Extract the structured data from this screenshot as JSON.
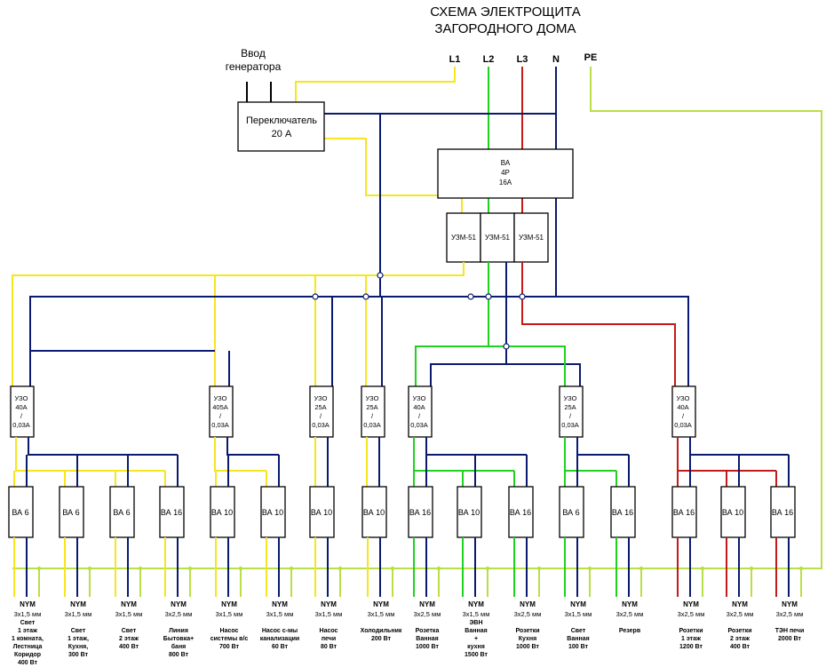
{
  "title": {
    "line1": "СХЕМА ЭЛЕКТРОЩИТА",
    "line2": "ЗАГОРОДНОГО ДОМА"
  },
  "gen_input": {
    "line1": "Ввод",
    "line2": "генератора"
  },
  "phases": {
    "l1": "L1",
    "l2": "L2",
    "l3": "L3",
    "n": "N",
    "pe": "PE"
  },
  "switch": {
    "line1": "Переключатель",
    "line2": "20 А"
  },
  "main_breaker": {
    "line1": "ВА",
    "line2": "4Р",
    "line3": "16А"
  },
  "uzm": [
    "УЗМ-51",
    "УЗМ-51",
    "УЗМ-51"
  ],
  "rcds": [
    {
      "l1": "УЗО",
      "l2": "40А",
      "l3": "/",
      "l4": "0,03А"
    },
    {
      "l1": "УЗО",
      "l2": "405А",
      "l3": "/",
      "l4": "0,03А"
    },
    {
      "l1": "УЗО",
      "l2": "25А",
      "l3": "/",
      "l4": "0,03А"
    },
    {
      "l1": "УЗО",
      "l2": "25А",
      "l3": "/",
      "l4": "0,03А"
    },
    {
      "l1": "УЗО",
      "l2": "40А",
      "l3": "/",
      "l4": "0,03А"
    },
    {
      "l1": "УЗО",
      "l2": "25А",
      "l3": "/",
      "l4": "0,03А"
    },
    {
      "l1": "УЗО",
      "l2": "40А",
      "l3": "/",
      "l4": "0,03А"
    }
  ],
  "circuits": [
    {
      "breaker": "ВА 6",
      "cable": "NYM",
      "section": "3х1,5 мм",
      "desc": [
        "Свет",
        "1 этаж",
        "1 комната,",
        "Лестница",
        "Коридор",
        "400 Вт"
      ]
    },
    {
      "breaker": "ВА 6",
      "cable": "NYM",
      "section": "3х1,5 мм",
      "desc": [
        "Свет",
        "1 этаж,",
        "Кухня,",
        "300 Вт"
      ]
    },
    {
      "breaker": "ВА 6",
      "cable": "NYM",
      "section": "3х1,5 мм",
      "desc": [
        "Свет",
        "2 этаж",
        "400 Вт"
      ]
    },
    {
      "breaker": "ВА 16",
      "cable": "NYM",
      "section": "3х2,5 мм",
      "desc": [
        "Линия",
        "Бытовка+",
        "баня",
        "800 Вт"
      ]
    },
    {
      "breaker": "ВА 10",
      "cable": "NYM",
      "section": "3х1,5 мм",
      "desc": [
        "Насос",
        "системы в/с",
        "700 Вт"
      ]
    },
    {
      "breaker": "ВА 10",
      "cable": "NYM",
      "section": "3х1,5 мм",
      "desc": [
        "Насос с-мы",
        "канализации",
        "60 Вт"
      ]
    },
    {
      "breaker": "ВА 10",
      "cable": "NYM",
      "section": "3х1,5 мм",
      "desc": [
        "Насос",
        "печи",
        "80 Вт"
      ]
    },
    {
      "breaker": "ВА 10",
      "cable": "NYM",
      "section": "3х1,5 мм",
      "desc": [
        "Холодильник",
        "200 Вт"
      ]
    },
    {
      "breaker": "ВА 16",
      "cable": "NYM",
      "section": "3х2,5 мм",
      "desc": [
        "Розетка",
        "Ванная",
        "1000 Вт"
      ]
    },
    {
      "breaker": "ВА 10",
      "cable": "NYM",
      "section": "3х1,5 мм",
      "desc": [
        "ЭВН",
        "Ванная",
        "+",
        "кухня",
        "1500 Вт"
      ]
    },
    {
      "breaker": "ВА 16",
      "cable": "NYM",
      "section": "3х2,5 мм",
      "desc": [
        "Розетки",
        "Кухня",
        "1000 Вт"
      ]
    },
    {
      "breaker": "ВА 6",
      "cable": "NYM",
      "section": "3х1,5 мм",
      "desc": [
        "Свет",
        "Ванная",
        "100 Вт"
      ]
    },
    {
      "breaker": "ВА 16",
      "cable": "NYM",
      "section": "3х2,5 мм",
      "desc": [
        "Резерв"
      ]
    },
    {
      "breaker": "ВА 16",
      "cable": "NYM",
      "section": "3х2,5 мм",
      "desc": [
        "Розетки",
        "1 этаж",
        "1200 Вт"
      ]
    },
    {
      "breaker": "ВА 10",
      "cable": "NYM",
      "section": "3х2,5 мм",
      "desc": [
        "Розетки",
        "2 этаж",
        "400 Вт"
      ]
    },
    {
      "breaker": "ВА 16",
      "cable": "NYM",
      "section": "3х2,5 мм",
      "desc": [
        "ТЭН печи",
        "2000 Вт"
      ]
    }
  ],
  "colors": {
    "phase_l1": "#f5e61e",
    "phase_l2": "#1fd21f",
    "phase_l3": "#c41a1a",
    "neutral": "#0a1a6e",
    "pe": "#b9df48"
  }
}
